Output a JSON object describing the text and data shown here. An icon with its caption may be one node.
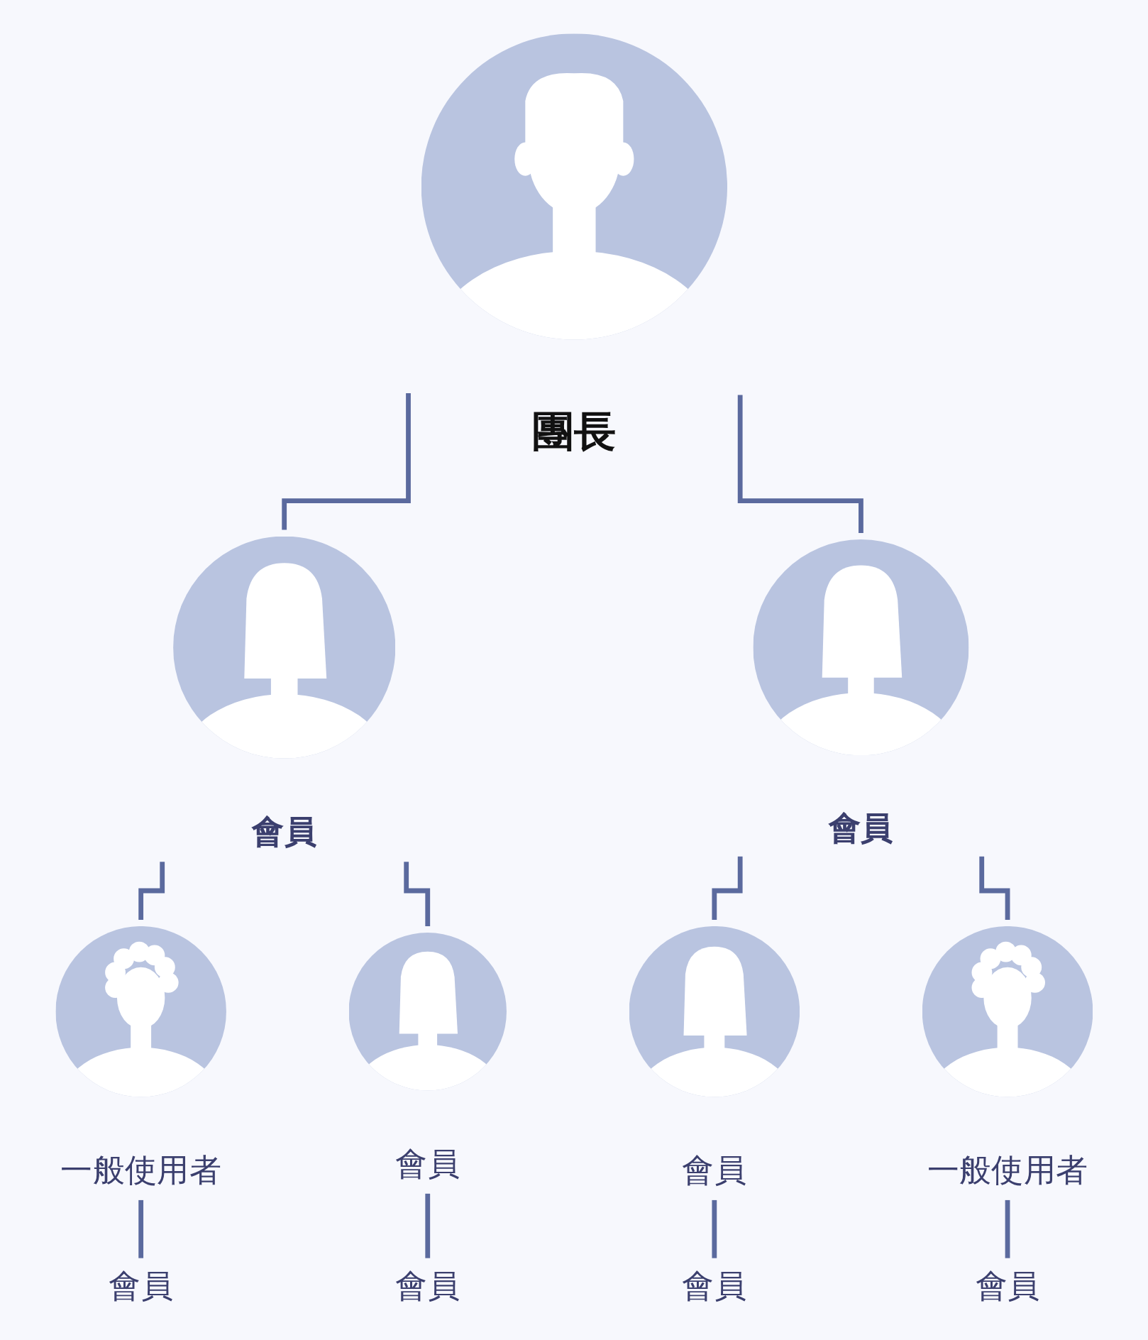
{
  "diagram": {
    "nodes": [
      {
        "text": [
          "團長"
        ]
      },
      {
        "text": [
          "會員"
        ]
      },
      {
        "text": [
          "會員"
        ]
      },
      {
        "text": [
          "一般使用者"
        ]
      },
      {
        "text": [
          "會員"
        ]
      },
      {
        "text": [
          "會員"
        ]
      },
      {
        "text": [
          "一般使用者"
        ]
      },
      {
        "text": [
          "會員"
        ]
      },
      {
        "text": [
          "會員"
        ]
      },
      {
        "text": [
          "會員"
        ]
      },
      {
        "text": [
          "會員"
        ]
      }
    ],
    "edges": [
      {
        "from": 0,
        "to": 1,
        "arrow": "none"
      },
      {
        "from": 0,
        "to": 2,
        "arrow": "none"
      },
      {
        "from": 1,
        "to": 3,
        "arrow": "none"
      },
      {
        "from": 1,
        "to": 4,
        "arrow": "none"
      },
      {
        "from": 2,
        "to": 5,
        "arrow": "none"
      },
      {
        "from": 2,
        "to": 6,
        "arrow": "none"
      },
      {
        "from": 3,
        "to": 7,
        "arrow": "none"
      },
      {
        "from": 4,
        "to": 8,
        "arrow": "none"
      },
      {
        "from": 5,
        "to": 9,
        "arrow": "none"
      },
      {
        "from": 6,
        "to": 10,
        "arrow": "none"
      }
    ]
  }
}
